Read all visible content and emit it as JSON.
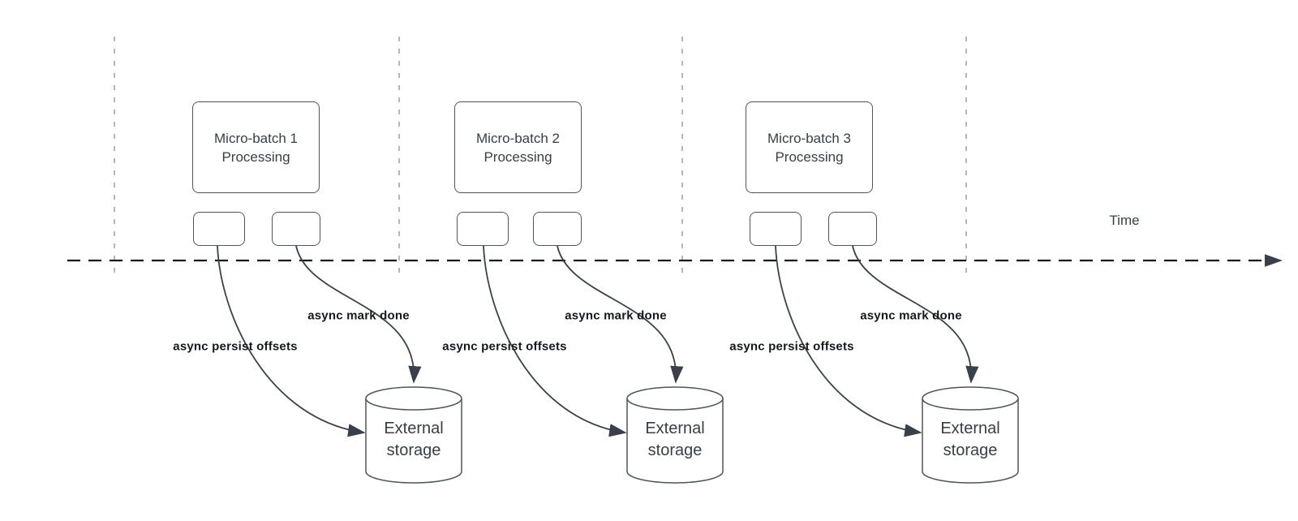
{
  "diagram": {
    "timeline_label": "Time",
    "groups": [
      {
        "box_line1": "Micro-batch 1",
        "box_line2": "Processing",
        "persist_label": "async persist offsets",
        "mark_done_label": "async mark done",
        "storage_label": "External storage"
      },
      {
        "box_line1": "Micro-batch 2",
        "box_line2": "Processing",
        "persist_label": "async persist offsets",
        "mark_done_label": "async mark done",
        "storage_label": "External storage"
      },
      {
        "box_line1": "Micro-batch 3",
        "box_line2": "Processing",
        "persist_label": "async persist offsets",
        "mark_done_label": "async mark done",
        "storage_label": "External storage"
      }
    ]
  },
  "colors": {
    "background": "#ffffff",
    "shape_border": "#50555c",
    "curve_stroke": "#3b414a",
    "timeline_stroke": "#17191c",
    "guide_line": "#b4b6b8",
    "bold_label_text": "#14171d",
    "node_text": "#383e46"
  }
}
